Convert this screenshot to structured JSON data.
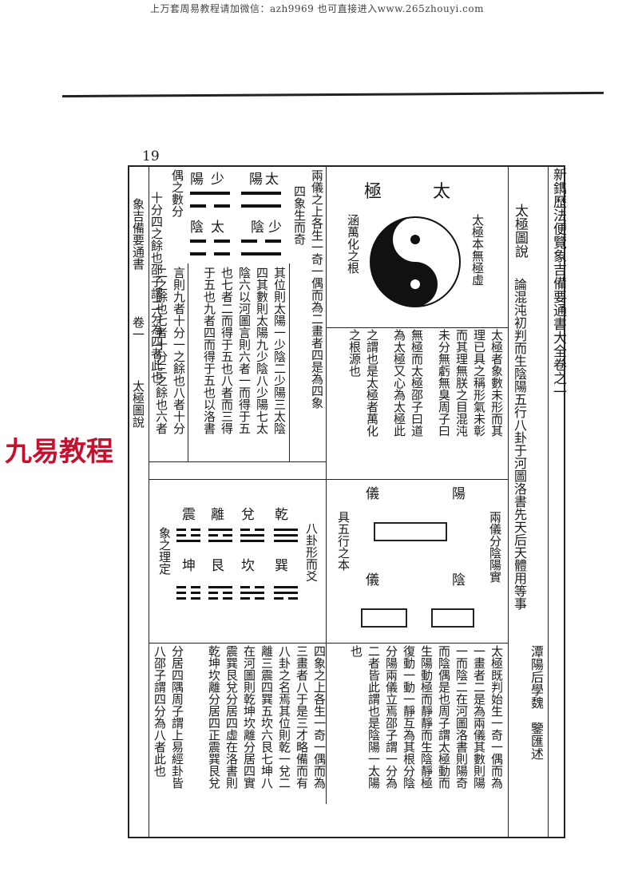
{
  "watermark": "上万套周易教程请加微信：azh9969   也可直接进入www.265zhouyi.com",
  "page_number": "19",
  "brand": "九易教程",
  "cols": {
    "title": "新鐫歷法便覽象吉備要通書大全卷之一",
    "author": "潭陽后學魏　鑒匯述",
    "sec_title": "太極圖說",
    "sec_sub": "論混沌初判而生陰陽五行八卦于河圖洛書先天后天體用等事",
    "r1c1": "太極者象數未形而其",
    "r1c2": "理已具之稱形氣未彰",
    "r1c3": "而其理無朕之目混沌",
    "r1c4": "未分無虧無臭周子曰",
    "r1c5": "無極而太極邵子曰道",
    "r1c6": "為太極又心為太極此",
    "r1c7": "之謂也是太極者萬化",
    "r1c8": "之根源也",
    "taiji_right": "太極本無極虛",
    "taiji_left": "涵萬化之根",
    "taiji_big": "太",
    "taiji_big2": "極",
    "yang_top": "陽",
    "yi_top": "儀",
    "liangyi": "兩儀分陰陽實",
    "wuxing": "具五行之本",
    "yin_bot": "陰",
    "yi_bot": "儀",
    "sixiang_a": "兩儀之上各生一奇一偶而為二畫者四是為四象",
    "sixiang_b": "四象生而奇",
    "sx1": "其位則太陽一少陰二少陽三太陰",
    "sx2": "四其數則太陽九少陰八少陽七太",
    "sx3": "陰六以河圖言則六者一而得于五",
    "sx4": "也七者二而得于五也八者而三得",
    "sx5": "于五也九者四而得于五也以洛書",
    "sx6": "言則九者十分一之餘也八者十分",
    "sx7": "二之餘也七者十分三之餘也六者",
    "sx8": "十分四之餘也邵子謂二分為四者此也",
    "ounian": "偶之數分",
    "book_edge": "象吉備要通書",
    "book_edge2": "卷一",
    "book_edge3": "太極圖說",
    "bagua_side": "八卦形而爻",
    "bagua_left": "象之理定",
    "trigram_top": [
      "乾",
      "兌",
      "離",
      "震"
    ],
    "trigram_bot": [
      "巽",
      "坎",
      "艮",
      "坤"
    ],
    "four_labels_top": [
      "太",
      "陽",
      "少",
      "陽"
    ],
    "four_labels_bot": [
      "少",
      "陰",
      "太",
      "陰"
    ],
    "b1": "太極既判始生一奇一偶而為",
    "b2": "一畫者二是為兩儀其數則陽",
    "b3": "一而陰二在河圖洛書則陽奇",
    "b4": "而陰偶是也周子謂太極動而",
    "b5": "生陽動極而靜靜而生陰靜極",
    "b6": "復動一動一靜互為其根分陰",
    "b7": "分陽兩儀立焉邵子謂一分為",
    "b8": "二者皆此謂也是陰陽一太陽",
    "b9": "也",
    "b10": "四象之上各生一奇一偶而為",
    "b11": "三畫者八于是三才略備而有",
    "b12": "八卦之名焉其位則乾一兌二",
    "b13": "離三震四巽五坎六艮七坤八",
    "b14": "在河圖則乾坤坎離分居四實",
    "b15": "震巽艮兌分居四虛在洛書則",
    "b16": "乾坤坎離分居四正震巽艮兌",
    "b17": "分居四隅周子謂上易經卦皆",
    "b18": "八邵子謂四分為八者此也"
  }
}
